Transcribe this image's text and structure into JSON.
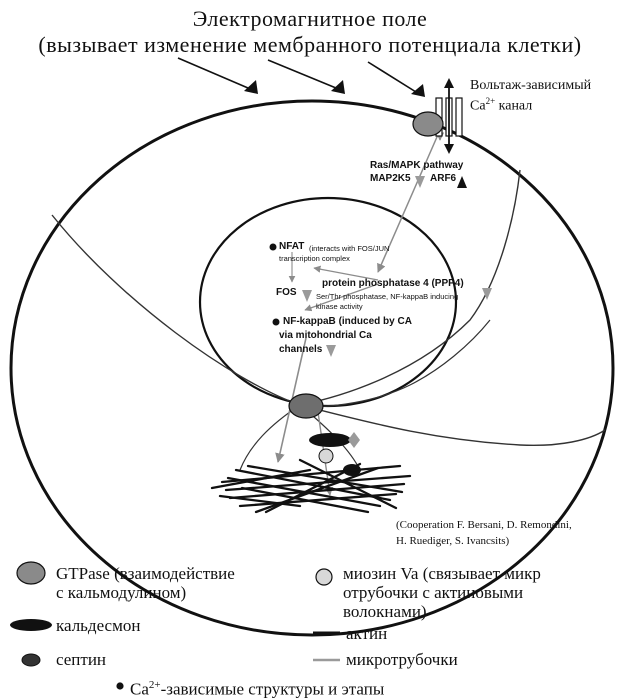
{
  "header": {
    "title_line1": "Электромагнитное поле",
    "title_line2": "(вызывает изменение мембранного потенциала клетки)"
  },
  "channel": {
    "label_line1": "Вольтаж-зависимый",
    "label_ca": "Ca",
    "label_charge": "2+",
    "label_rest": " канал"
  },
  "pathway": {
    "ras_mapk": "Ras/MAPK pathway",
    "map2k5": "MAP2K5",
    "arf6": "ARF6",
    "nfat": "NFAT",
    "nfat_note": "(interacts with FOS/JUN",
    "nfat_note2": "transcription complex",
    "pp4": "protein phosphatase 4 (PPP4)",
    "pp4_note1": "Ser/Thr phosphatase, NF-kappaB inducing",
    "pp4_note2": "kinase activity",
    "fos": "FOS",
    "nfkb": "NF-kappaB",
    "nfkb_note1": " (induced by CA",
    "nfkb_note2": "via mitohondrial Ca",
    "nfkb_note3": "channels"
  },
  "credits": {
    "line1": "(Cooperation F. Bersani, D. Remondini,",
    "line2": "H. Ruediger, S. Ivancsits)"
  },
  "legend": {
    "gtpase_line1": "GTPase (взаимодействие",
    "gtpase_line2": "с кальмодулином)",
    "myosin_line1": "миозин Va (связывает микр",
    "myosin_line2": "отрубочки с актиновыми",
    "myosin_line3": "волокнами)",
    "caldesmon": "кальдесмон",
    "actin": "актин",
    "septin": "септин",
    "microtubules": "микротрубочки",
    "bullet_ca": "Ca",
    "bullet_charge": "2+",
    "bullet_rest": "-зависимые структуры и этапы"
  },
  "colors": {
    "outline": "#111111",
    "gtpase_fill": "#8a8a8a",
    "myosin_fill": "#d8d8d8",
    "microtubule": "#9a9a9a",
    "actin": "#111111",
    "arrow_gray": "#8c8c8c"
  }
}
